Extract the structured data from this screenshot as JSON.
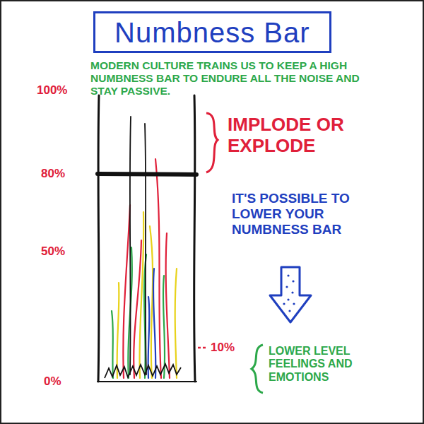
{
  "diagram": {
    "title": "Numbness Bar",
    "labels": [
      "MODERN CULTURE TRAINS US TO KEEP A HIGH NUMBNESS BAR TO ENDURE ALL THE NOISE AND STAY PASSIVE.",
      "100%",
      "IMPLODE OR EXPLODE",
      "80%",
      "IT'S POSSIBLE TO LOWER YOUR NUMBNESS BAR",
      "50%",
      "10%",
      "LOWER LEVEL FEELINGS AND EMOTIONS",
      "0%"
    ]
  }
}
